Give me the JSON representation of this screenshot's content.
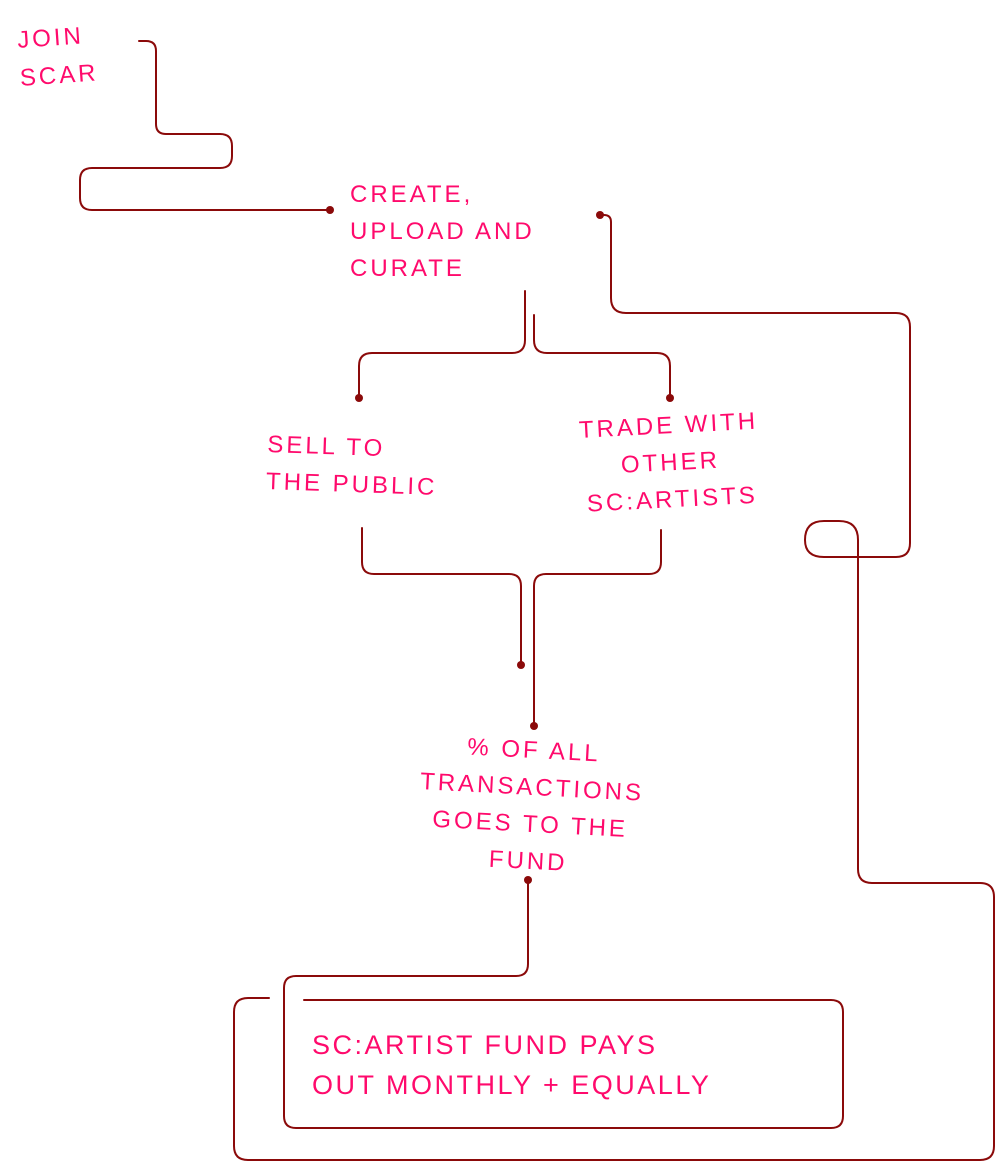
{
  "diagram": {
    "type": "flowchart",
    "colors": {
      "text": "#ff0a6c",
      "connector": "#8b0a0a",
      "background": "#ffffff"
    },
    "nodes": [
      {
        "id": "join",
        "lines": [
          "JOIN",
          "SCAR"
        ]
      },
      {
        "id": "create",
        "lines": [
          "CREATE,",
          "UPLOAD AND",
          "CURATE"
        ]
      },
      {
        "id": "sell",
        "lines": [
          "SELL TO",
          "THE PUBLIC"
        ]
      },
      {
        "id": "trade",
        "lines": [
          "TRADE WITH",
          "OTHER",
          "SC:ARTISTS"
        ]
      },
      {
        "id": "percent",
        "lines": [
          "% OF ALL",
          "TRANSACTIONS",
          "GOES TO THE",
          "FUND"
        ]
      },
      {
        "id": "fund",
        "lines": [
          "SC:ARTIST FUND PAYS",
          "OUT MONTHLY + EQUALLY"
        ]
      }
    ],
    "edges": [
      {
        "from": "join",
        "to": "create"
      },
      {
        "from": "create",
        "to": "sell"
      },
      {
        "from": "create",
        "to": "trade"
      },
      {
        "from": "sell",
        "to": "percent"
      },
      {
        "from": "trade",
        "to": "percent"
      },
      {
        "from": "percent",
        "to": "fund"
      },
      {
        "from": "fund",
        "to": "create"
      }
    ]
  }
}
